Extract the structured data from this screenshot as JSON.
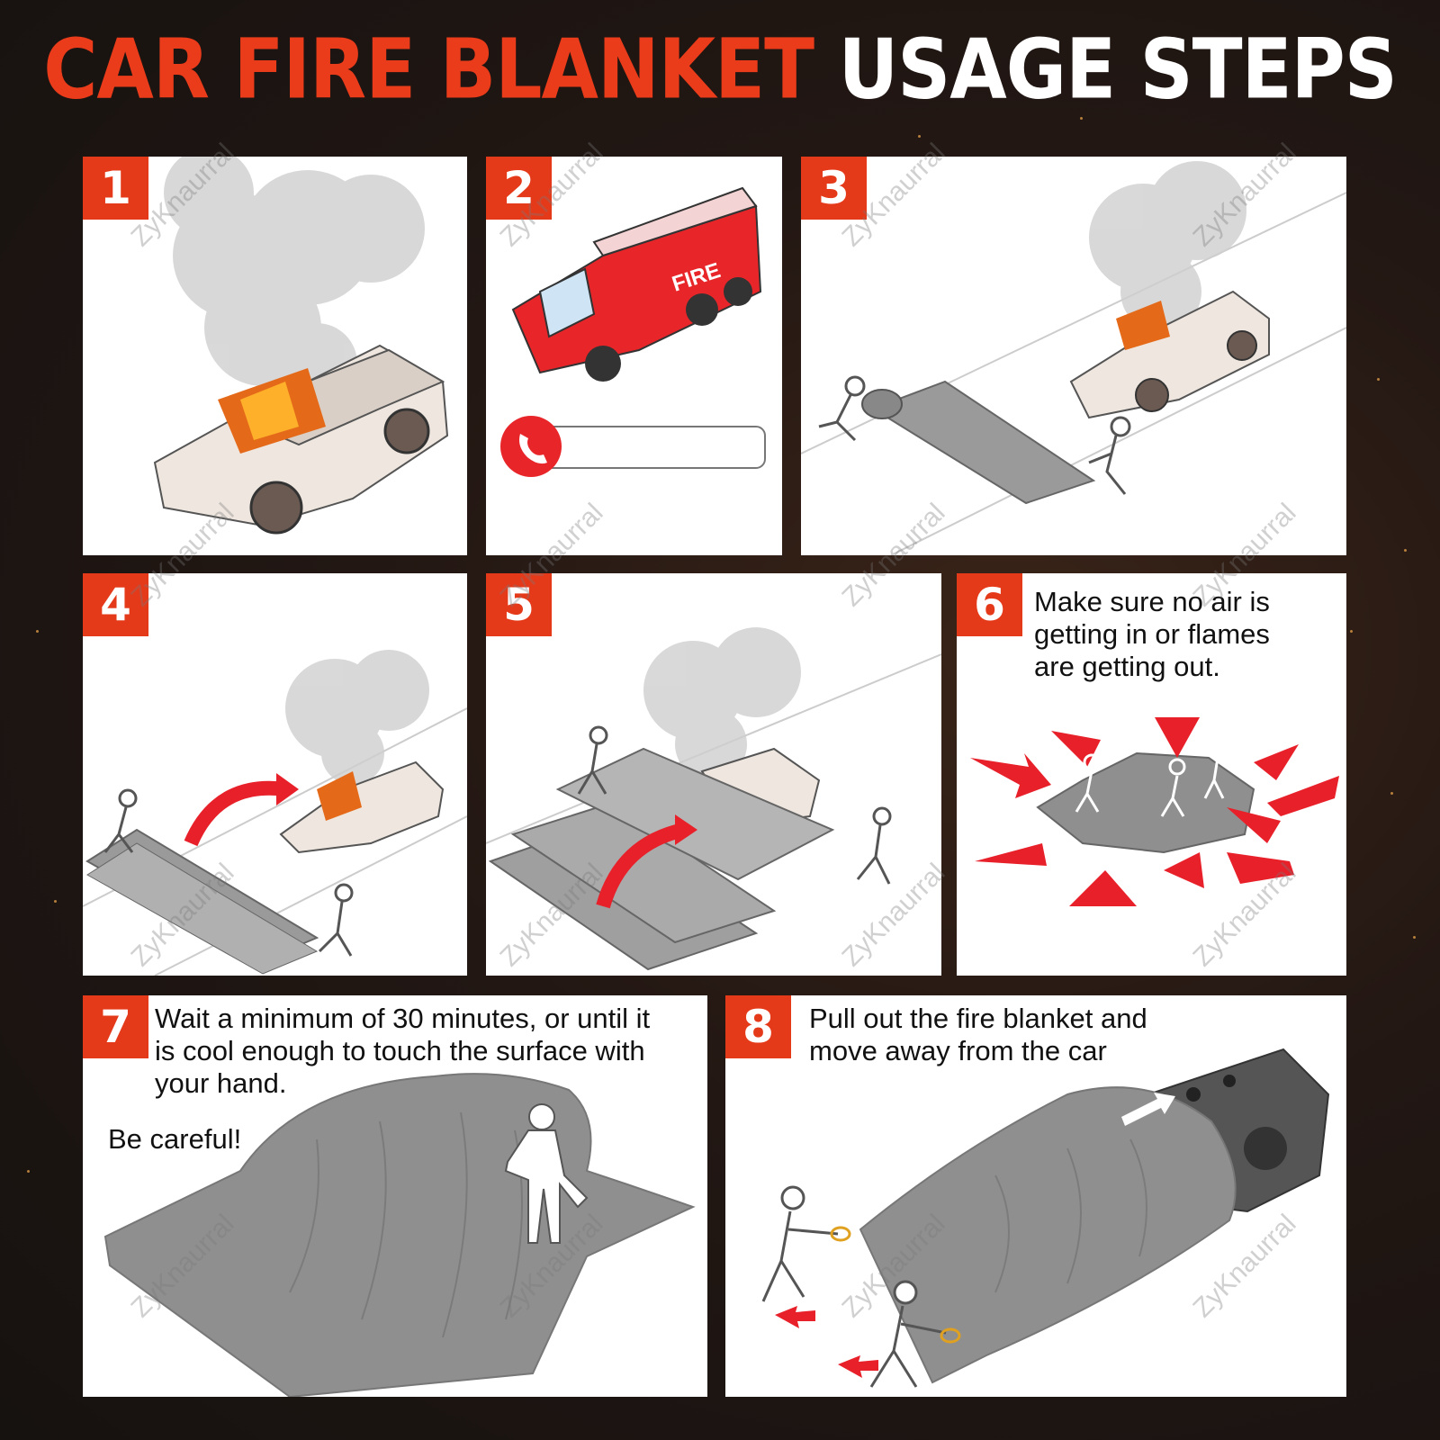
{
  "title": {
    "part1": "CAR FIRE BLANKET",
    "part2": "USAGE STEPS"
  },
  "colors": {
    "accent": "#e53a19",
    "title_red": "#ea3c1a",
    "blanket": "#8f8f8f",
    "arrow": "#e8202a"
  },
  "watermark": "ZyKnaurral",
  "truck_label": "FIRE",
  "steps": [
    {
      "number": "1",
      "text": ""
    },
    {
      "number": "2",
      "text": ""
    },
    {
      "number": "3",
      "text": ""
    },
    {
      "number": "4",
      "text": ""
    },
    {
      "number": "5",
      "text": ""
    },
    {
      "number": "6",
      "lines": [
        "Make sure no air is",
        "getting in or flames",
        "are getting out."
      ]
    },
    {
      "number": "7",
      "lines": [
        "Wait a minimum of 30 minutes, or until it",
        "is cool enough to touch the surface with",
        "your hand."
      ],
      "note": "Be careful!"
    },
    {
      "number": "8",
      "lines": [
        "Pull out the fire blanket and",
        "move away from the car"
      ]
    }
  ]
}
